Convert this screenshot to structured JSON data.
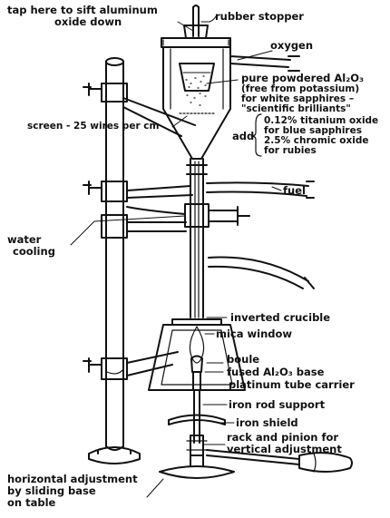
{
  "labels": {
    "tap_line1": "tap here to sift aluminum",
    "tap_line2": "oxide down",
    "rubber_stopper": "rubber stopper",
    "oxygen": "oxygen",
    "powder_line1": "pure powdered Al₂O₃",
    "powder_line2": "(free from potassium)",
    "powder_line3": "for white sapphires –",
    "powder_line4": "\"scientific brilliants\"",
    "add": "add",
    "add_line1": "0.12% titanium oxide",
    "add_line2": "for blue sapphires",
    "add_line3": "2.5% chromic oxide",
    "add_line4": "for rubies",
    "screen": "screen - 25 wires per cm",
    "fuel": "fuel",
    "water_line1": "water",
    "water_line2": "cooling",
    "inverted_crucible": "inverted crucible",
    "mica_window": "mica window",
    "boule": "boule",
    "fused_base": "fused Al₂O₃ base",
    "platinum_tube": "platinum tube carrier",
    "iron_rod": "iron rod support",
    "iron_shield": "iron shield",
    "rack_line1": "rack and pinion for",
    "rack_line2": "vertical adjustment",
    "horiz_line1": "horizontal adjustment",
    "horiz_line2": "by sliding base",
    "horiz_line3": "on table"
  }
}
